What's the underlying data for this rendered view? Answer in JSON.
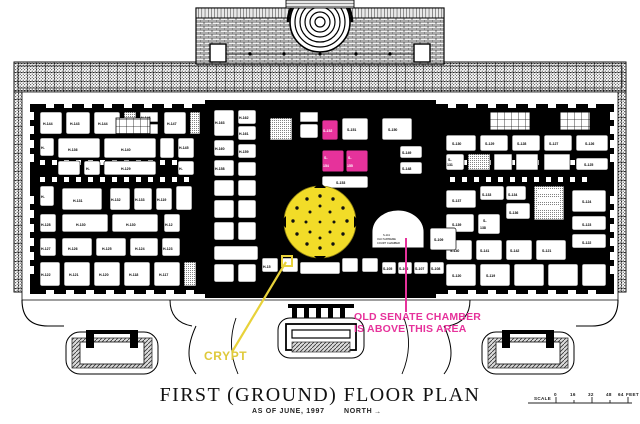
{
  "document": {
    "title": "FIRST (GROUND) FLOOR PLAN",
    "subtitle_date": "AS OF JUNE, 1997",
    "north_label": "NORTH",
    "north_arrow": "→",
    "background_color": "#ffffff",
    "ink_color": "#000000"
  },
  "scale_bar": {
    "label": "SCALE",
    "ticks": [
      "0",
      "16",
      "32",
      "48",
      "64"
    ],
    "units": "FEET"
  },
  "annotations": [
    {
      "id": "crypt",
      "text": "CRYPT",
      "color": "#DFC93A",
      "style": "yellow-highlight",
      "leader": "line from label up-right to highlighted circular room"
    },
    {
      "id": "old-senate-chamber",
      "line1": "OLD SENATE CHAMBER",
      "line2": "IS ABOVE THIS AREA",
      "color": "#E6329B",
      "style": "magenta-highlight",
      "leader": "vertical line from label up to highlighted rooms"
    }
  ],
  "highlights": {
    "crypt_circle_color": "#F2DC28",
    "magenta_rooms_color": "#E6329B",
    "magenta_room_labels": [
      "S-152",
      "S-154",
      "S-155"
    ]
  },
  "rooms": {
    "house_wing": [
      "H-144",
      "H-143",
      "H-144",
      "H-147",
      "H-148",
      "H-145",
      "H-136",
      "H-140",
      "H-129",
      "H-139",
      "H-131",
      "H-130",
      "H-128",
      "H-127",
      "H-126",
      "H-125",
      "H-124",
      "H-123",
      "H-122",
      "H-121",
      "H-120",
      "H-119",
      "H-132",
      "H-133",
      "H-134",
      "H-135",
      "H-137",
      "H-138",
      "H-115",
      "H-116",
      "H-117",
      "H-118",
      "H-141",
      "H-142"
    ],
    "senate_wing": [
      "S-130",
      "S-129",
      "S-128",
      "S-127",
      "S-126",
      "S-125",
      "S-131",
      "S-137",
      "S-139",
      "S-138",
      "S-136",
      "S-135",
      "S-124",
      "S-123",
      "S-122",
      "S-121",
      "S-120",
      "S-119",
      "S-132",
      "S-133",
      "S-134",
      "S-140",
      "S-141",
      "S-142"
    ],
    "center": [
      "S-150",
      "S-151",
      "S-152",
      "S-154",
      "S-155",
      "S-149",
      "S-148",
      "S-147",
      "S-146",
      "S-109",
      "S-108",
      "S-107",
      "S-106",
      "S-105",
      "H-163",
      "H-162",
      "H-161",
      "H-160",
      "H-159",
      "H-158"
    ],
    "named_spaces": [
      "OLD SUPREME COURT CHAMBER",
      "CRYPT"
    ]
  },
  "plan_features": {
    "east_portico": "semicircular stepped portico at top center",
    "west_terrace": "stepped terrace structures at bottom left, center and right",
    "crypt_columns": "ring of columns shown as dots within the crypt circle",
    "courtyards": "two light courts, one in each wing",
    "hatching": "stippled and cross-hatched masonry fill throughout"
  }
}
